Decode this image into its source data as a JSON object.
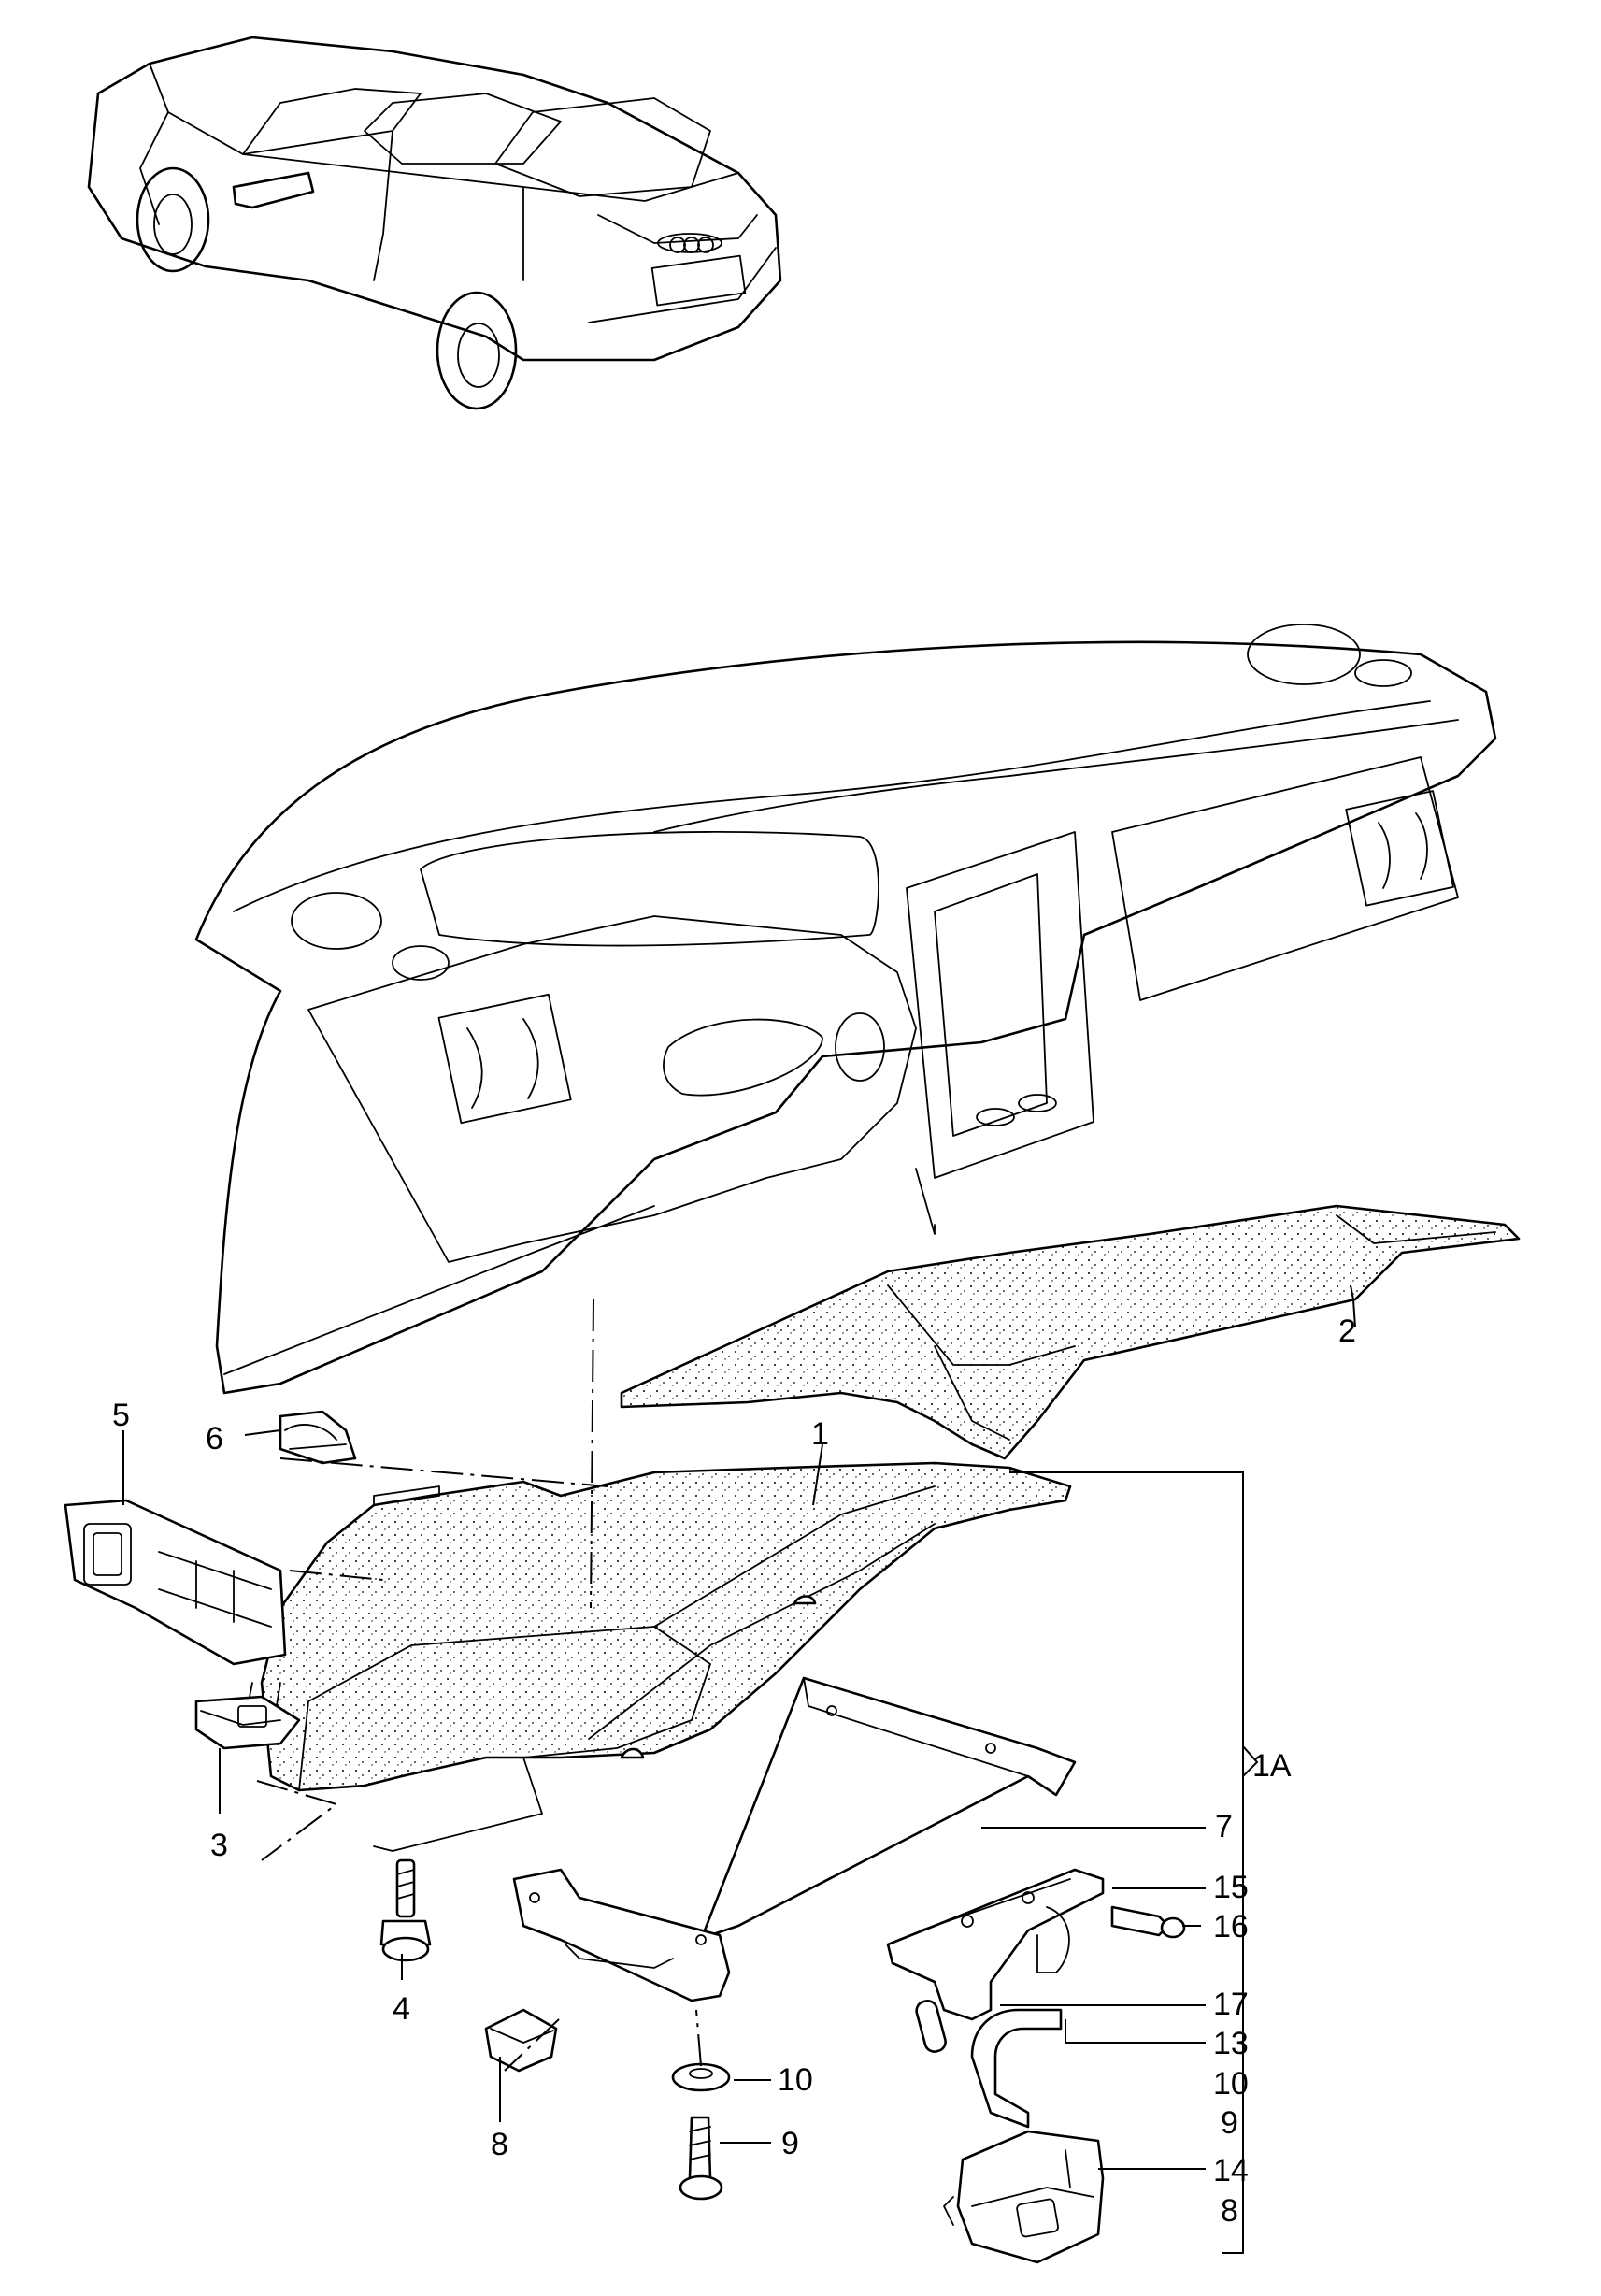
{
  "callouts": [
    {
      "id": "c1",
      "text": "1"
    },
    {
      "id": "c1a",
      "text": "1A"
    },
    {
      "id": "c2",
      "text": "2"
    },
    {
      "id": "c3",
      "text": "3"
    },
    {
      "id": "c4",
      "text": "4"
    },
    {
      "id": "c5",
      "text": "5"
    },
    {
      "id": "c6",
      "text": "6"
    },
    {
      "id": "c7",
      "text": "7"
    },
    {
      "id": "c8a",
      "text": "8"
    },
    {
      "id": "c8b",
      "text": "8"
    },
    {
      "id": "c9a",
      "text": "9"
    },
    {
      "id": "c9b",
      "text": "9"
    },
    {
      "id": "c10a",
      "text": "10"
    },
    {
      "id": "c10b",
      "text": "10"
    },
    {
      "id": "c13",
      "text": "13"
    },
    {
      "id": "c14",
      "text": "14"
    },
    {
      "id": "c15",
      "text": "15"
    },
    {
      "id": "c16",
      "text": "16"
    },
    {
      "id": "c17",
      "text": "17"
    }
  ]
}
